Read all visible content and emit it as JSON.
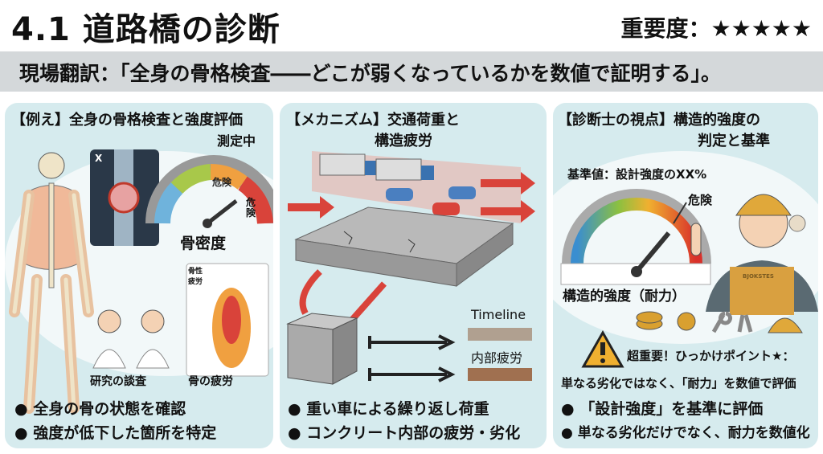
{
  "header": {
    "title": "4.1 道路橋の診断",
    "importance_label": "重要度：",
    "importance_stars": "★★★★★",
    "importance_rating": 5
  },
  "banner": {
    "text": "現場翻訳：「全身の骨格検査――どこが弱くなっているかを数値で証明する」。"
  },
  "panel1": {
    "heading": "【例え】全身の骨格検査と強度評価",
    "xray_label": "X",
    "measuring": "測定中",
    "gauge_danger1": "危険",
    "gauge_danger2": "危険",
    "gauge_label": "骨密度",
    "fatigue_label": "骨性疲労",
    "caption_research": "研究の談査",
    "caption_fatigue": "骨の疲労",
    "bullets": [
      "全身の骨の状態を確認",
      "強度が低下した箇所を特定"
    ]
  },
  "panel2": {
    "heading_line1": "【メカニズム】交通荷重と",
    "heading_line2": "構造疲労",
    "timeline": "Timeline",
    "internal": "内部疲労",
    "bullets": [
      "重い車による繰り返し荷重",
      "コンクリート内部の疲労・劣化"
    ]
  },
  "panel3": {
    "heading_line1": "【診断士の視点】構造的強度の",
    "heading_line2": "判定と基準",
    "standard": "基準値：設計強度のXX%",
    "danger": "危険",
    "gauge_label": "構造的強度（耐力）",
    "vest_text": "BJOKSTES",
    "warning": "超重要！ひっかけポイント★：",
    "note": "単なる劣化ではなく、「耐力」を数値で評価",
    "bullets": [
      "「設計強度」を基準に評価",
      "単なる劣化だけでなく、耐力を数値化"
    ]
  }
}
